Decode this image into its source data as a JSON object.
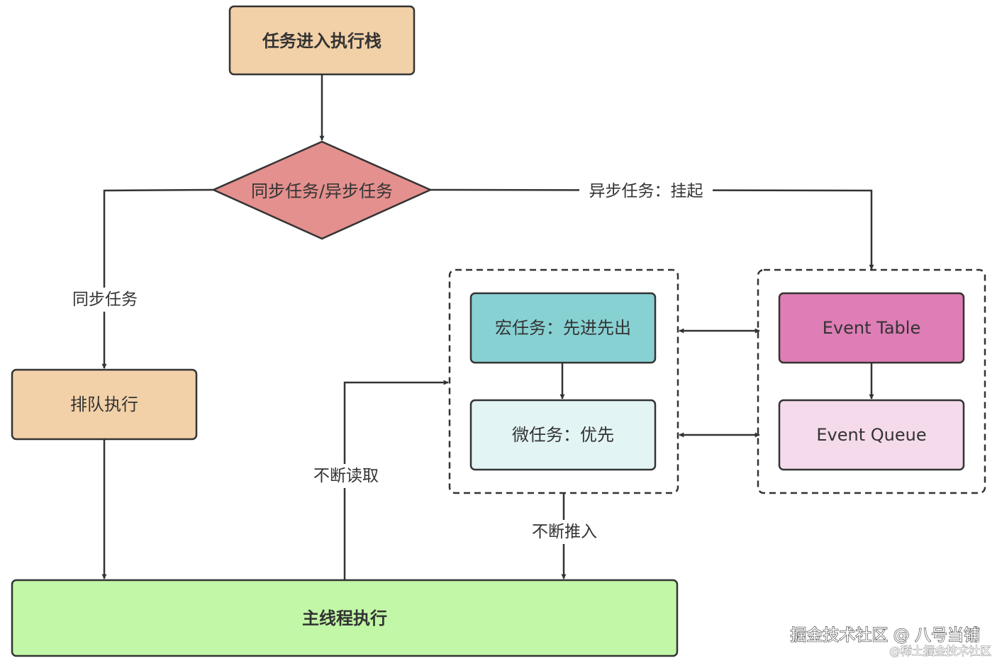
{
  "nodes": {
    "enter_stack": {
      "label": "任务进入执行栈",
      "fill": "#F2D1A8"
    },
    "decision": {
      "label": "同步任务/异步任务",
      "fill": "#E3908E"
    },
    "queue_exec": {
      "label": "排队执行",
      "fill": "#F2D1A8"
    },
    "main_thread": {
      "label": "主线程执行",
      "fill": "#C1F7A6"
    },
    "macro_task": {
      "label": "宏任务：先进先出",
      "fill": "#88D1D3"
    },
    "micro_task": {
      "label": "微任务：优先",
      "fill": "#E3F4F5"
    },
    "event_table": {
      "label": "Event Table",
      "fill": "#DE7DB6"
    },
    "event_queue": {
      "label": "Event Queue",
      "fill": "#F4DAEB"
    }
  },
  "edges": {
    "async_suspend": "异步任务：挂起",
    "sync_task": "同步任务",
    "keep_reading": "不断读取",
    "keep_pushing": "不断推入"
  },
  "watermark": {
    "main": "掘金技术社区 @ 八号当铺",
    "sub": "@稀土掘金技术社区"
  },
  "colors": {
    "stroke": "#333333",
    "text": "#333333"
  }
}
